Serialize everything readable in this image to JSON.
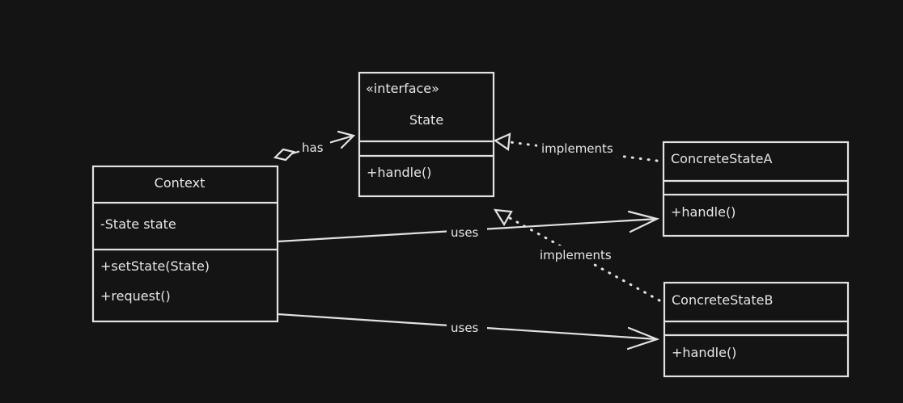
{
  "state": {
    "stereotype": "«interface»",
    "name": "State",
    "attributes": [],
    "methods": [
      "+handle()"
    ]
  },
  "context": {
    "name": "Context",
    "attributes": [
      "-State state"
    ],
    "methods": [
      "+setState(State)",
      "+request()"
    ]
  },
  "concrete_a": {
    "name": "ConcreteStateA",
    "attributes": [],
    "methods": [
      "+handle()"
    ]
  },
  "concrete_b": {
    "name": "ConcreteStateB",
    "attributes": [],
    "methods": [
      "+handle()"
    ]
  },
  "edges": {
    "has": "has",
    "implements_a": "implements",
    "implements_b": "implements",
    "uses_a": "uses",
    "uses_b": "uses"
  }
}
